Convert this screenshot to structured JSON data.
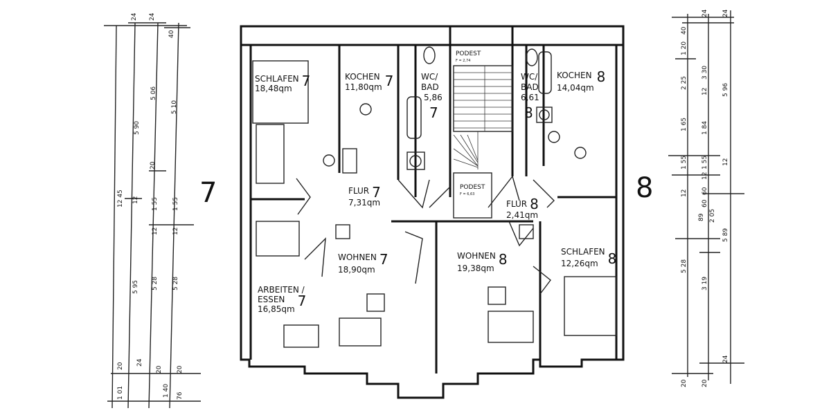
{
  "units": {
    "unit_7": {
      "label": "7",
      "rooms": {
        "schlafen": {
          "name": "SCHLAFEN",
          "num": "7",
          "area": "18,48qm"
        },
        "kochen": {
          "name": "KOCHEN",
          "num": "7",
          "area": "11,80qm"
        },
        "bad": {
          "name1": "WC/",
          "name2": "BAD",
          "area": "5,86",
          "num": "7"
        },
        "flur": {
          "name": "FLUR",
          "num": "7",
          "area": "7,31qm"
        },
        "wohnen": {
          "name": "WOHNEN",
          "num": "7",
          "area": "18,90qm"
        },
        "arbeiten": {
          "name1": "ARBEITEN /",
          "name2": "ESSEN",
          "area": "16,85qm",
          "num": "7"
        }
      }
    },
    "unit_8": {
      "label": "8",
      "rooms": {
        "bad": {
          "name1": "WC/",
          "name2": "BAD",
          "area": "6,61",
          "num": "8"
        },
        "kochen": {
          "name": "KOCHEN",
          "num": "8",
          "area": "14,04qm"
        },
        "flur": {
          "name": "FLUR",
          "num": "8",
          "area": "2,41qm"
        },
        "wohnen": {
          "name": "WOHNEN",
          "num": "8",
          "area": "19,38qm"
        },
        "schlafen": {
          "name": "SCHLAFEN",
          "num": "8",
          "area": "12,26qm"
        }
      }
    }
  },
  "stair": {
    "podest_top": "PODEST",
    "podest_top_sub": "F = 2,74",
    "podest_bottom": "PODEST",
    "podest_bottom_sub": "F = 6,63"
  },
  "dimensions_left": {
    "col1": [
      "12 45",
      "20",
      "1 01"
    ],
    "col2": [
      "24",
      "5 90",
      "12",
      "5 95",
      "24"
    ],
    "col3": [
      "24",
      "5 06",
      "20",
      "1 55",
      "12",
      "5 28",
      "20",
      "1 40"
    ],
    "col4": [
      "40",
      "5 10",
      "1 55",
      "12",
      "5 28",
      "20",
      "76"
    ]
  },
  "dimensions_right": {
    "col1": [
      "40",
      "1 20",
      "2 25",
      "1 65",
      "1 55",
      "12",
      "5 28",
      "20"
    ],
    "col2": [
      "3 30",
      "12",
      "1 84",
      "1 55",
      "12",
      "60",
      "60",
      "89",
      "2 05",
      "3 19",
      "20"
    ],
    "col3": [
      "24",
      "24",
      "5 96",
      "12",
      "5 89",
      "24"
    ]
  }
}
